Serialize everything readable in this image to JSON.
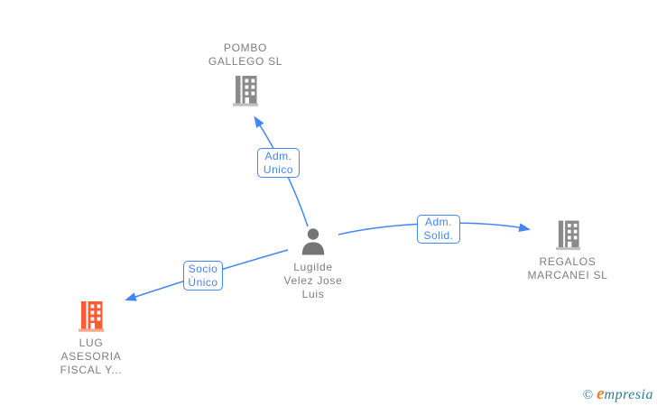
{
  "colors": {
    "edge-blue": "#4285f4",
    "company-gray": "#8a8a8a",
    "person-gray": "#757575",
    "highlight-orange": "#f95c35",
    "node-text-gray": "#7e7e7e",
    "brand-teal": "#2e7d95",
    "brand-orange": "#ee7d28"
  },
  "diagram": {
    "nodes": [
      {
        "id": "pombo-gallego-sl",
        "type": "company",
        "lines": [
          "POMBO",
          "GALLEGO SL"
        ]
      },
      {
        "id": "lugilde-velez-jose-luis",
        "type": "person",
        "lines": [
          "Lugilde",
          "Velez Jose",
          "Luis"
        ]
      },
      {
        "id": "regalos-marcanei-sl",
        "type": "company",
        "lines": [
          "REGALOS",
          "MARCANEI SL"
        ]
      },
      {
        "id": "lug-asesoria-fiscal-y",
        "type": "company-highlighted",
        "lines": [
          "LUG",
          "ASESORIA",
          "FISCAL Y..."
        ]
      }
    ],
    "edges": [
      {
        "from": "lugilde-velez-jose-luis",
        "to": "pombo-gallego-sl",
        "label_lines": [
          "Adm.",
          "Unico"
        ]
      },
      {
        "from": "lugilde-velez-jose-luis",
        "to": "regalos-marcanei-sl",
        "label_lines": [
          "Adm.",
          "Solid."
        ]
      },
      {
        "from": "lugilde-velez-jose-luis",
        "to": "lug-asesoria-fiscal-y",
        "label_lines": [
          "Socio",
          "Único"
        ]
      }
    ]
  },
  "watermark": {
    "copyright_symbol": "©",
    "brand_first_letter": "e",
    "brand_rest": "mpresia"
  }
}
